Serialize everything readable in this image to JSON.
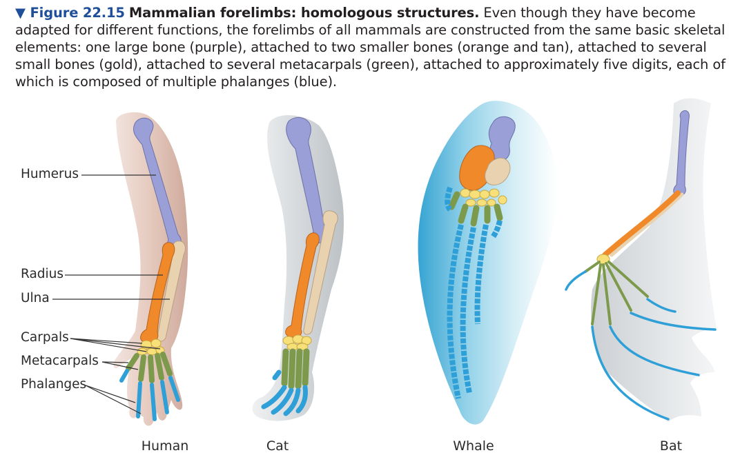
{
  "caption": {
    "figure_label": "▼ Figure 22.15",
    "title": "Mammalian forelimbs: homologous structures.",
    "body": "Even though they have become adapted for different functions, the forelimbs of all mammals are constructed from the same basic skeletal elements: one large bone (purple), attached to two smaller bones (orange and tan), attached to several small bones (gold), attached to several metacarpals (green), attached to approximately five digits, each of which is composed of multiple phalanges (blue)."
  },
  "bone_labels": {
    "humerus": "Humerus",
    "radius": "Radius",
    "ulna": "Ulna",
    "carpals": "Carpals",
    "metacarpals": "Metacarpals",
    "phalanges": "Phalanges"
  },
  "limbs": {
    "human": "Human",
    "cat": "Cat",
    "whale": "Whale",
    "bat": "Bat"
  },
  "colors": {
    "humerus": "#9a9fd8",
    "radius": "#f0892a",
    "ulna": "#e8d2b0",
    "carpals": "#f7df7a",
    "metacarpals": "#7d9a4c",
    "phalanges": "#2f9fd8",
    "human_skin": "#d8b2a4",
    "cat_fur": "#d6dadd",
    "whale_skin": "#7fc4e0",
    "bat_membrane": "#dcdfe2"
  }
}
